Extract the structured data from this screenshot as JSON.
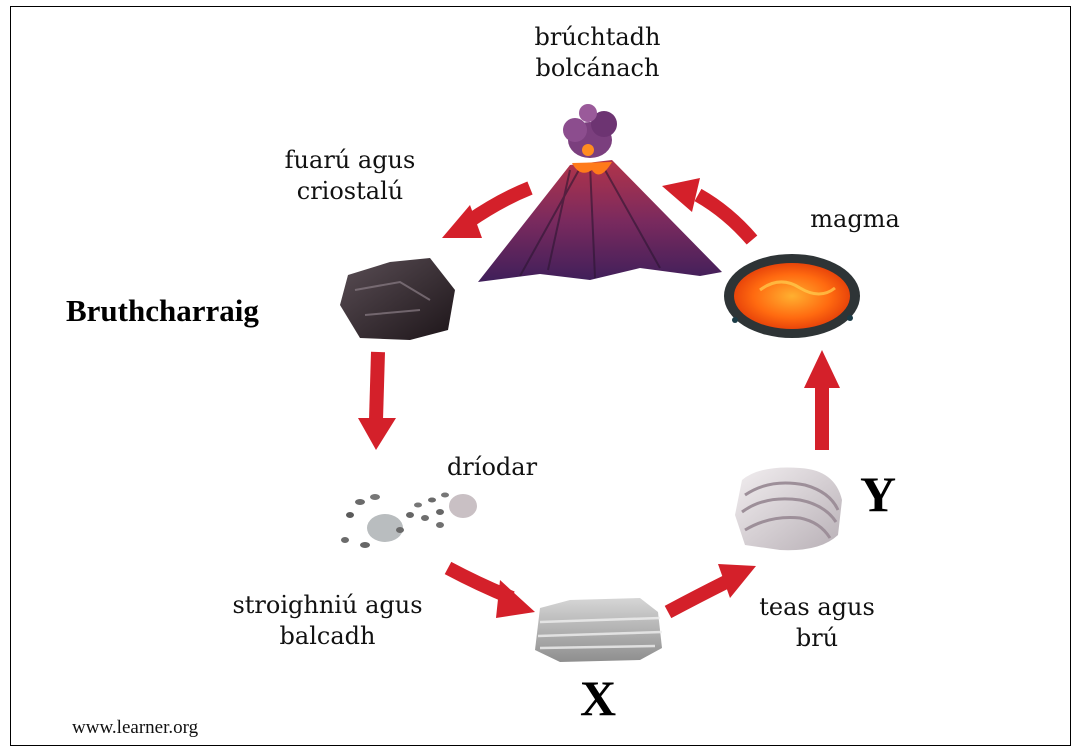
{
  "labels": {
    "eruption_line1": "brúchtadh",
    "eruption_line2": "bolcánach",
    "cooling_line1": "fuarú agus",
    "cooling_line2": "criostalú",
    "magma": "magma",
    "igneous_rock": "Bruthcharraig",
    "sediment": "dríodar",
    "compaction_line1": "stroighniú agus",
    "compaction_line2": "balcadh",
    "heat_line1": "teas agus",
    "heat_line2": "brú",
    "x_marker": "X",
    "y_marker": "Y"
  },
  "source": "www.learner.org",
  "colors": {
    "arrow": "#d4202a",
    "lava": "#ff6a10",
    "volcano": "#7a2a55",
    "rock_dark": "#3a2f34"
  }
}
